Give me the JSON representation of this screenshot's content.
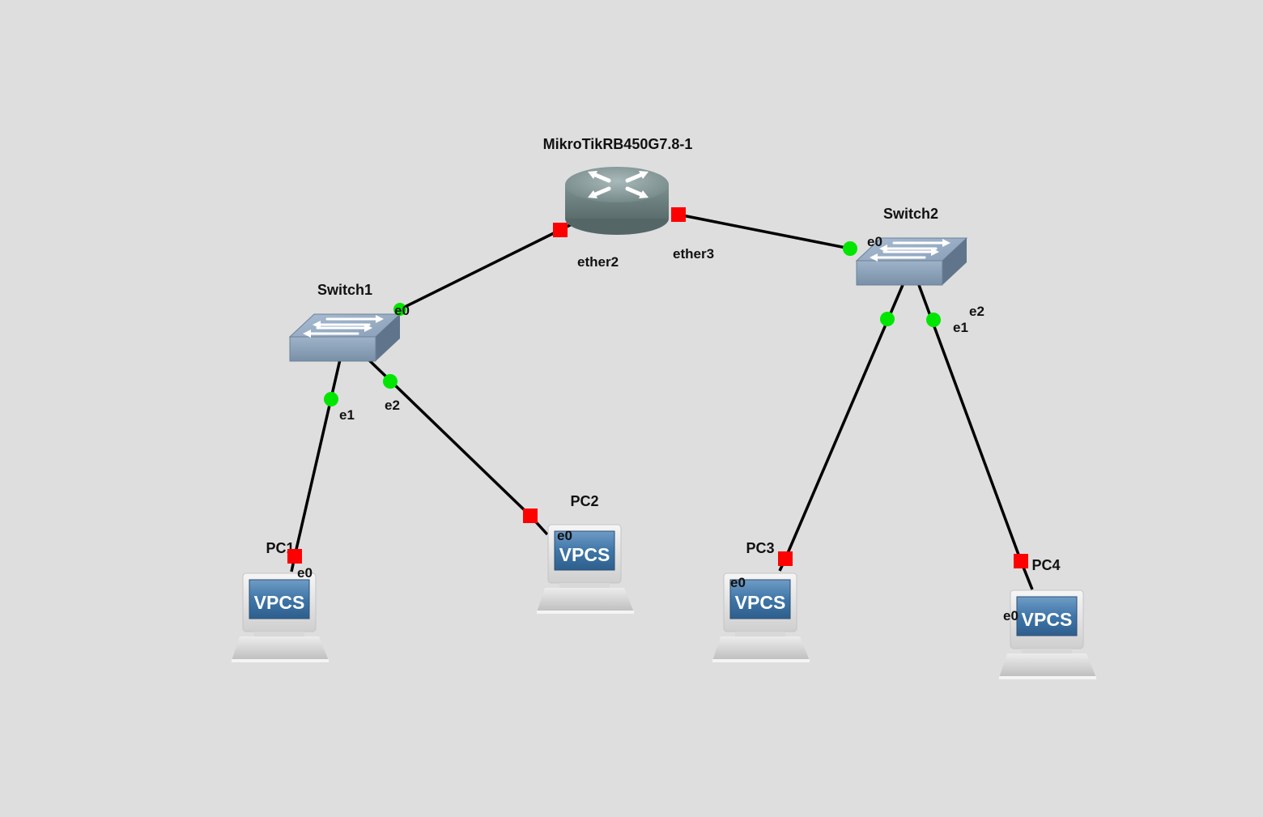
{
  "colors": {
    "background": "#dedede",
    "link": "#000000",
    "port_up": "#00e600",
    "port_down": "#ff0000",
    "router_body": "#6f8282",
    "switch_body": "#8ea4bd",
    "vpcs_screen": "#3f76a8"
  },
  "nodes": {
    "router": {
      "label": "MikroTikRB450G7.8-1",
      "icon": "router-icon"
    },
    "switch1": {
      "label": "Switch1",
      "icon": "switch-icon"
    },
    "switch2": {
      "label": "Switch2",
      "icon": "switch-icon"
    },
    "pc1": {
      "label": "PC1",
      "icon": "vpcs-icon",
      "screen_text": "VPCS"
    },
    "pc2": {
      "label": "PC2",
      "icon": "vpcs-icon",
      "screen_text": "VPCS"
    },
    "pc3": {
      "label": "PC3",
      "icon": "vpcs-icon",
      "screen_text": "VPCS"
    },
    "pc4": {
      "label": "PC4",
      "icon": "vpcs-icon",
      "screen_text": "VPCS"
    }
  },
  "links": [
    {
      "from": "MikroTikRB450G7.8-1",
      "from_port": "ether2",
      "from_status": "down",
      "to": "Switch1",
      "to_port": "e0",
      "to_status": "up"
    },
    {
      "from": "MikroTikRB450G7.8-1",
      "from_port": "ether3",
      "from_status": "down",
      "to": "Switch2",
      "to_port": "e0",
      "to_status": "up"
    },
    {
      "from": "Switch1",
      "from_port": "e1",
      "from_status": "up",
      "to": "PC1",
      "to_port": "e0",
      "to_status": "down"
    },
    {
      "from": "Switch1",
      "from_port": "e2",
      "from_status": "up",
      "to": "PC2",
      "to_port": "e0",
      "to_status": "down"
    },
    {
      "from": "Switch2",
      "from_port": "e1",
      "from_status": "up",
      "to": "PC3",
      "to_port": "e0",
      "to_status": "down"
    },
    {
      "from": "Switch2",
      "from_port": "e2",
      "from_status": "up",
      "to": "PC4",
      "to_port": "e0",
      "to_status": "down"
    }
  ]
}
